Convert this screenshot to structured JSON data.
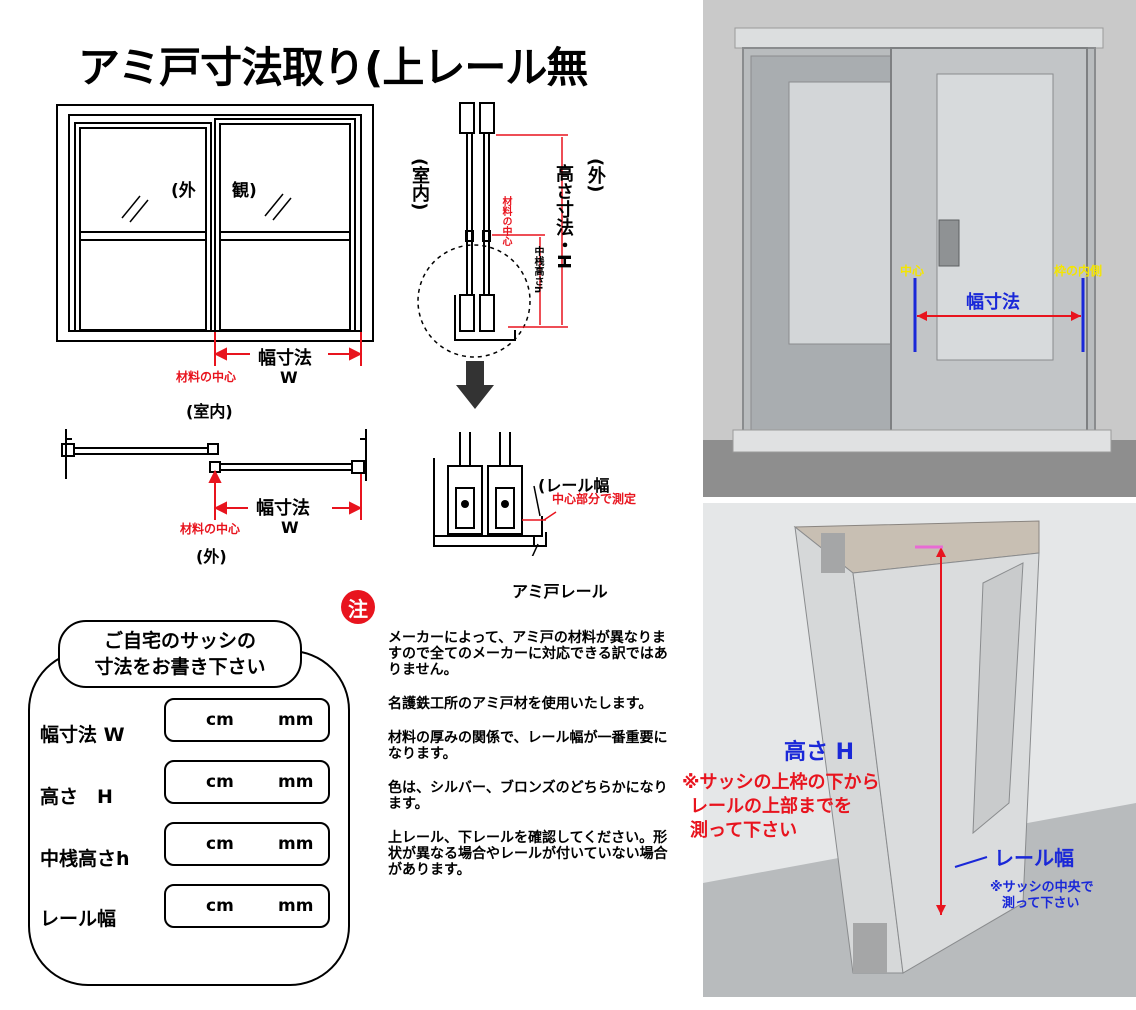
{
  "title": "アミ戸寸法取り(上レール無",
  "diagram": {
    "front": {
      "outside_label": "(外",
      "appearance_label": "観)",
      "width_label": "幅寸法",
      "width_symbol": "W",
      "center_label": "材料の中心"
    },
    "plan": {
      "indoor_label": "(室内)",
      "outdoor_label": "(外)",
      "width_label": "幅寸法",
      "width_symbol": "W",
      "center_label": "材料の中心"
    },
    "section": {
      "indoor_label": "(室内)",
      "outdoor_label": "(外)",
      "height_label": "高さ寸法・H",
      "mid_height_label": "中桟高さh",
      "center_label": "材料の中心"
    },
    "rail_detail": {
      "rail_width_label": "(レール幅",
      "rail_width_note": "中心部分で測定",
      "rail_label": "アミ戸レール"
    }
  },
  "form": {
    "title_line1": "ご自宅のサッシの",
    "title_line2": "寸法をお書き下さい",
    "unit_cm": "cm",
    "unit_mm": "mm",
    "fields": [
      {
        "label": "幅寸法 W"
      },
      {
        "label": "高さ　H"
      },
      {
        "label": "中桟高さh"
      },
      {
        "label": "レール幅"
      }
    ]
  },
  "note": {
    "badge": "注",
    "paragraphs": [
      "メーカーによって、アミ戸の材料が異なりますので全てのメーカーに対応できる訳ではありません。",
      "名護鉄工所のアミ戸材を使用いたします。",
      "材料の厚みの関係で、レール幅が一番重要になります。",
      "色は、シルバー、ブロンズのどちらかになります。",
      "上レール、下レールを確認してください。形状が異なる場合やレールが付いていない場合があります。"
    ]
  },
  "photo1": {
    "center_label": "中心",
    "frame_inner_label": "枠の内側",
    "width_label": "幅寸法"
  },
  "photo2": {
    "height_label": "高さ H",
    "height_note_line1": "※サッシの上枠の下から",
    "height_note_line2": "レールの上部までを",
    "height_note_line3": "測って下さい",
    "rail_label": "レール幅",
    "rail_note_line1": "※サッシの中央で",
    "rail_note_line2": "測って下さい"
  },
  "colors": {
    "red": "#e8141e",
    "blue": "#1a28d8"
  }
}
